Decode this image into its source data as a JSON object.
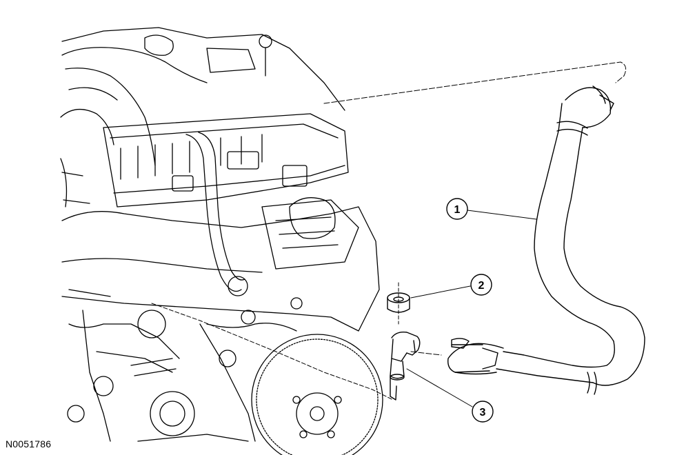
{
  "figure_id": "N0051786",
  "callouts": [
    {
      "label": "1"
    },
    {
      "label": "2"
    },
    {
      "label": "3"
    }
  ],
  "colors": {
    "line": "#000000",
    "background": "#ffffff"
  }
}
